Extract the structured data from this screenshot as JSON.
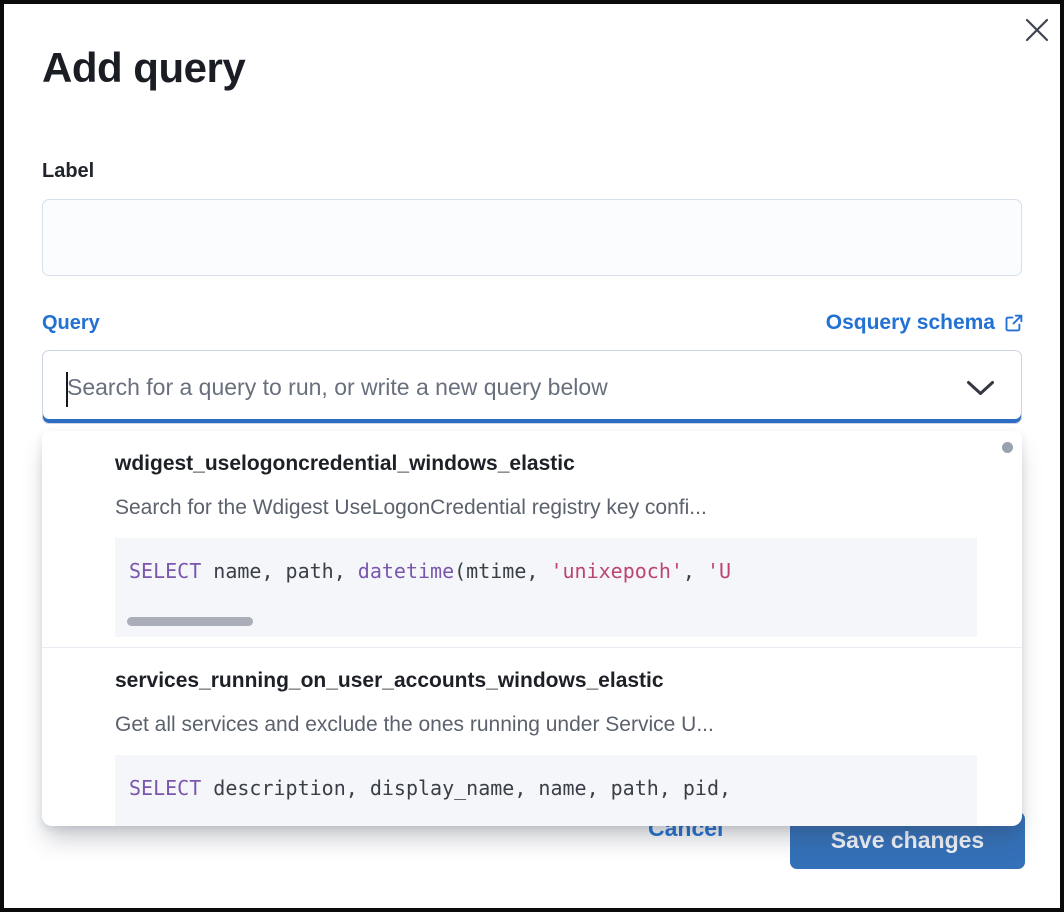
{
  "modal": {
    "title": "Add query",
    "label_field": {
      "label": "Label",
      "value": ""
    },
    "query_field": {
      "label": "Query",
      "schema_link_label": "Osquery schema",
      "search_value": "",
      "search_placeholder": "Search for a query to run, or write a new query below"
    },
    "dropdown": {
      "options": [
        {
          "title": "wdigest_uselogoncredential_windows_elastic",
          "description": "Search for the Wdigest UseLogonCredential registry key confi...",
          "code_tokens": [
            {
              "text": "SELECT",
              "type": "keyword"
            },
            {
              "text": " name, path, ",
              "type": "plain"
            },
            {
              "text": "datetime",
              "type": "keyword"
            },
            {
              "text": "(mtime, ",
              "type": "plain"
            },
            {
              "text": "'unixepoch'",
              "type": "string"
            },
            {
              "text": ", ",
              "type": "plain"
            },
            {
              "text": "'U",
              "type": "string"
            }
          ]
        },
        {
          "title": "services_running_on_user_accounts_windows_elastic",
          "description": "Get all services and exclude the ones running under Service U...",
          "code_tokens": [
            {
              "text": "SELECT",
              "type": "keyword"
            },
            {
              "text": " description, display_name, name, path, pid,",
              "type": "plain"
            }
          ]
        }
      ]
    },
    "footer": {
      "cancel_label": "Cancel",
      "save_label": "Save changes"
    }
  },
  "icons": {
    "close": "close-icon",
    "external_link": "external-link-icon",
    "chevron_down": "chevron-down-icon"
  },
  "colors": {
    "link_blue": "#2271d3",
    "focus_underline_blue": "#2b6cc5",
    "primary_button_blue": "#3470b8",
    "code_keyword_purple": "#7b56ad",
    "code_string_pink": "#bd4373",
    "code_background": "#f4f6f9",
    "title_text": "#1a1d23",
    "description_text": "#5b626d"
  }
}
